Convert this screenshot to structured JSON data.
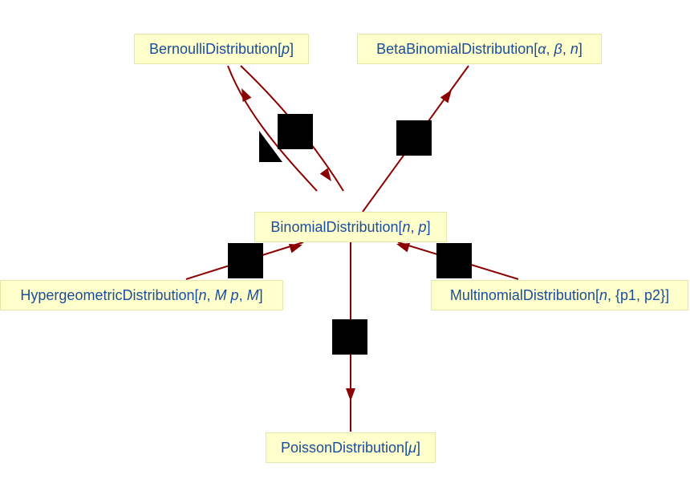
{
  "colors": {
    "edge": "#8b0000",
    "node_fill": "#ffffcc",
    "node_text": "#1a4d9e",
    "label_box": "#000000"
  },
  "nodes": {
    "bernoulli": {
      "name": "BernoulliDistribution",
      "args": [
        "p"
      ]
    },
    "betabinomial": {
      "name": "BetaBinomialDistribution",
      "args": [
        "α",
        "β",
        "n"
      ]
    },
    "binomial": {
      "name": "BinomialDistribution",
      "args": [
        "n",
        "p"
      ]
    },
    "hypergeometric": {
      "name": "HypergeometricDistribution",
      "args": [
        "n",
        "M p",
        "M"
      ]
    },
    "multinomial": {
      "name": "MultinomialDistribution",
      "args": [
        "n",
        "{p1, p2}"
      ]
    },
    "poisson": {
      "name": "PoissonDistribution",
      "args": [
        "μ"
      ]
    }
  },
  "edges": [
    {
      "from": "binomial",
      "to": "bernoulli"
    },
    {
      "from": "bernoulli",
      "to": "binomial"
    },
    {
      "from": "binomial",
      "to": "betabinomial"
    },
    {
      "from": "hypergeometric",
      "to": "binomial"
    },
    {
      "from": "multinomial",
      "to": "binomial"
    },
    {
      "from": "binomial",
      "to": "poisson"
    }
  ]
}
